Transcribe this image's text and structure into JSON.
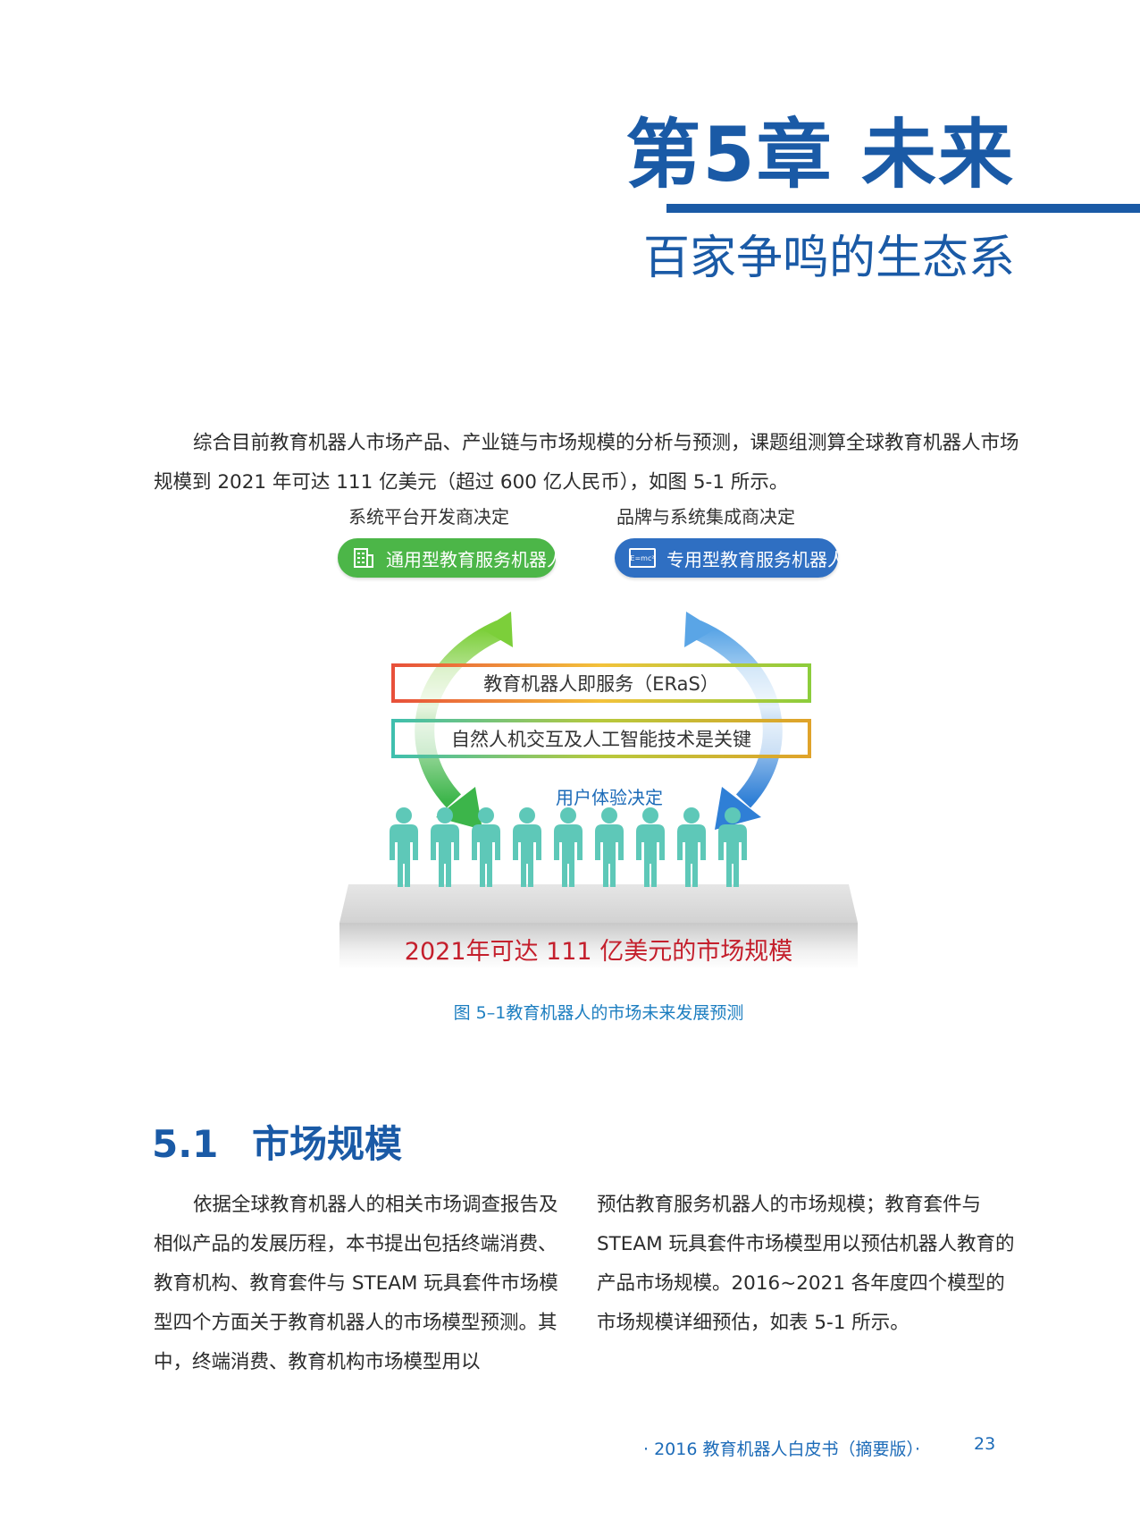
{
  "header": {
    "chapter_title": "第5章 未来",
    "chapter_subtitle": "百家争鸣的生态系"
  },
  "intro": {
    "text": "综合目前教育机器人市场产品、产业链与市场规模的分析与预测，课题组测算全球教育机器人市场规模到 2021 年可达 111 亿美元（超过 600 亿人民币），如图 5-1 所示。"
  },
  "figure": {
    "left_top_label": "系统平台开发商决定",
    "right_top_label": "品牌与系统集成商决定",
    "left_pill": "通用型教育服务机器人",
    "right_pill": "专用型教育服务机器人",
    "right_pill_icon_text": "E=mc²",
    "band_1": "教育机器人即服务（ERaS）",
    "band_2": "自然人机交互及人工智能技术是关键",
    "user_label": "用户体验决定",
    "platform_text": "2021年可达 111 亿美元的市场规模",
    "people_count_label": "",
    "colors": {
      "green": "#4cb648",
      "blue": "#2f6fc2",
      "teal_people": "#5ec8b8",
      "red_text": "#c41f2c",
      "caption_blue": "#1c7ec0"
    },
    "caption": "图 5–1教育机器人的市场未来发展预测"
  },
  "section": {
    "number": "5.1",
    "title": "市场规模",
    "left_column": "依据全球教育机器人的相关市场调查报告及相似产品的发展历程，本书提出包括终端消费、教育机构、教育套件与 STEAM 玩具套件市场模型四个方面关于教育机器人的市场模型预测。其中，终端消费、教育机构市场模型用以",
    "right_column": "预估教育服务机器人的市场规模；教育套件与 STEAM 玩具套件市场模型用以预估机器人教育的产品市场规模。2016~2021 各年度四个模型的市场规模详细预估，如表 5-1 所示。"
  },
  "footer": {
    "text": "· 2016 教育机器人白皮书（摘要版）·",
    "page_number": "23"
  }
}
